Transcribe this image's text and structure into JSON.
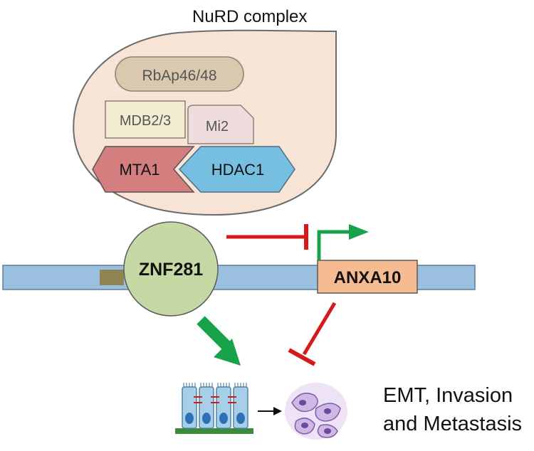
{
  "complex": {
    "title": "NuRD complex"
  },
  "subunits": {
    "rbap": "RbAp46/48",
    "mdb": "MDB2/3",
    "mi2": "Mi2",
    "mta1": "MTA1",
    "hdac1": "HDAC1"
  },
  "factor": "ZNF281",
  "target_gene": "ANXA10",
  "outcome": {
    "line1": "EMT, Invasion",
    "line2": "and Metastasis"
  },
  "colors": {
    "complex_fill": "#f8e3d7",
    "rbap_fill": "#dac9ae",
    "mdb_fill": "#f2ecd2",
    "mi2_fill": "#efdcdc",
    "mta1_fill": "#d47e7f",
    "hdac1_fill": "#77bfe0",
    "dna_fill": "#9bbfde",
    "znf_fill": "#c6d9a4",
    "anxa_fill": "#f6bb90",
    "inhibit": "#d6191a",
    "activate": "#16a34a",
    "motif": "#8f8552"
  }
}
